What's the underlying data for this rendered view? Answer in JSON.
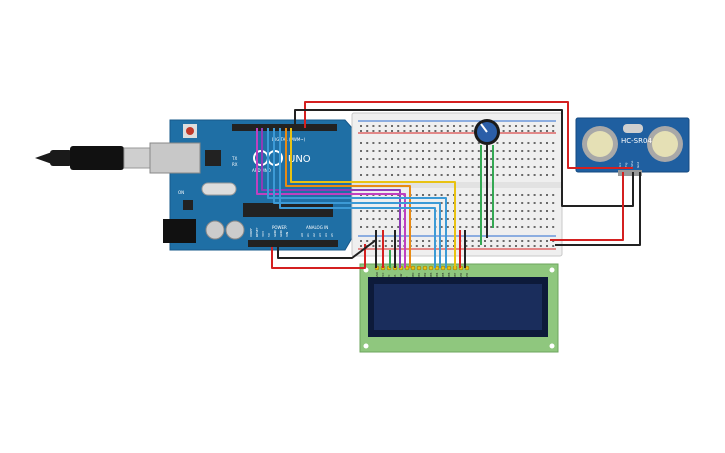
{
  "arduino": {
    "brand_line1": "ARDUINO",
    "model": "UNO",
    "digital_header": "DIGITAL (PWM~)",
    "power_label": "POWER",
    "analog_label": "ANALOG IN",
    "on_label": "ON",
    "tx_label": "TX",
    "rx_label": "RX",
    "power_pins": [
      "IOREF",
      "RESET",
      "3V3",
      "5V",
      "GND",
      "GND",
      "VIN"
    ],
    "analog_pins": [
      "A0",
      "A1",
      "A2",
      "A3",
      "A4",
      "A5"
    ]
  },
  "sensor": {
    "label": "HC-SR04",
    "pins": [
      "Vcc",
      "Trig",
      "Echo",
      "Gnd"
    ]
  },
  "lcd": {
    "pins": [
      "GND",
      "VCC",
      "V0",
      "RS",
      "RW",
      "E",
      "DB0",
      "DB1",
      "DB2",
      "DB3",
      "DB4",
      "DB5",
      "DB6",
      "DB7",
      "LED",
      "LED"
    ]
  },
  "colors": {
    "board": "#1f6fa5",
    "breadboard": "#efefef",
    "lcd_pcb": "#8fc77e",
    "lcd_screen": "#1a2d5c",
    "wire_red": "#d42020",
    "wire_black": "#222222",
    "wire_green": "#34a853",
    "wire_purple": "#8e3cb8",
    "wire_blue": "#3c9ad6",
    "wire_yellow": "#e8c213",
    "wire_orange": "#e88a13",
    "wire_magenta": "#c040c0"
  },
  "icons": {
    "usb": "usb-cable-icon",
    "potentiometer": "potentiometer-knob-icon"
  }
}
